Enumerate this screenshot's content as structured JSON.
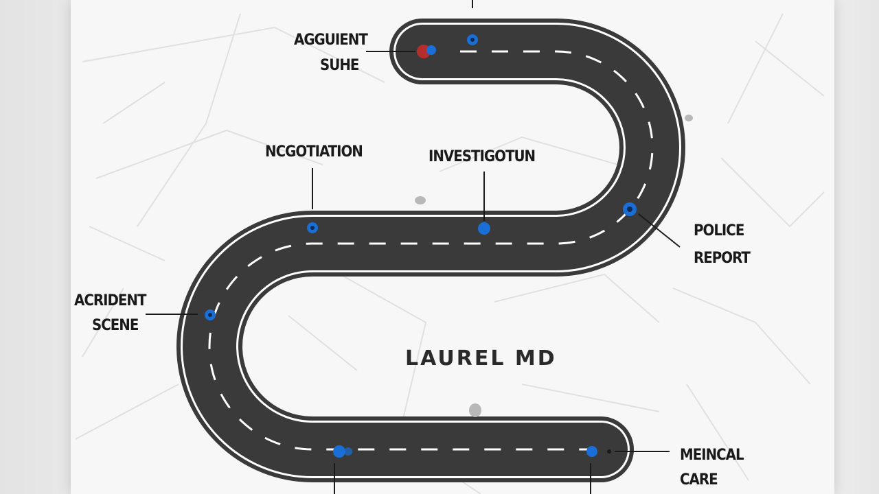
{
  "colors": {
    "page_bg": "#f7f7f7",
    "road": "#3a3a3a",
    "road_edge_line": "#ffffff",
    "marker_blue": "#1a6fd6",
    "marker_red": "#d42a2a",
    "text": "#1a1a1a"
  },
  "city_label": "LAUREL MD",
  "labels": {
    "top_left_line1": "AGGUIENT",
    "top_left_line2": "SUHE",
    "negotiation": "NCGOTIATION",
    "investigation": "INVESTIGOTUN",
    "police_line1": "POLICE",
    "police_line2": "REPORT",
    "accident_line1": "ACRIDENT",
    "accident_line2": "SCENE",
    "medical_line1": "MEINCAL",
    "medical_line2": "CARE"
  },
  "markers": [
    {
      "name": "marker-top-start",
      "color": "blue"
    },
    {
      "name": "marker-top-mid",
      "color": "blue"
    },
    {
      "name": "marker-police",
      "color": "blue"
    },
    {
      "name": "marker-investigation",
      "color": "blue"
    },
    {
      "name": "marker-negotiation",
      "color": "blue"
    },
    {
      "name": "marker-accident",
      "color": "blue"
    },
    {
      "name": "marker-bottom-left",
      "color": "blue"
    },
    {
      "name": "marker-medical",
      "color": "blue"
    }
  ],
  "icons": {
    "map_background": "street-map-pattern",
    "road": "winding-road"
  }
}
